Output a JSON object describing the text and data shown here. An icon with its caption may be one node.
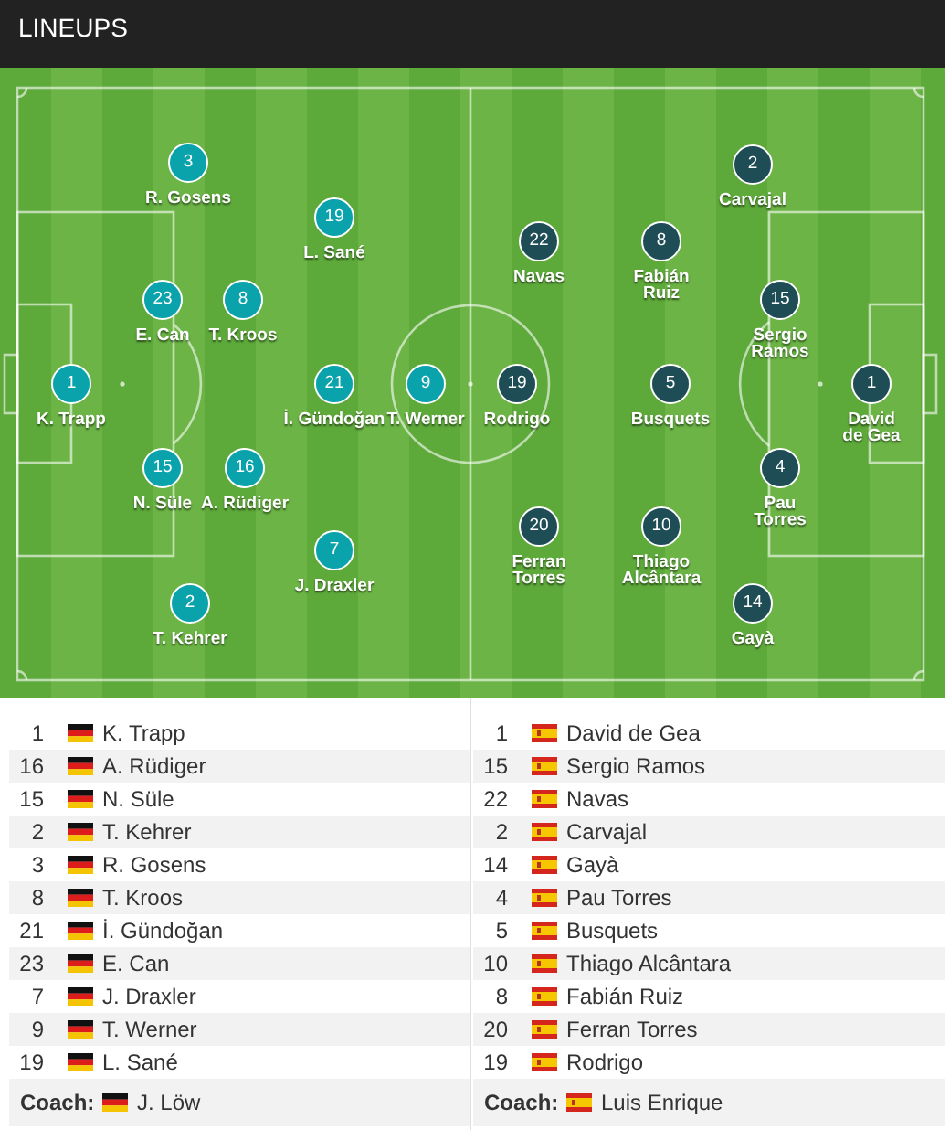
{
  "diagram": {
    "title": "LINEUPS",
    "nodes": [
      {
        "text": [
          "3"
        ],
        "beside": [
          "R. Gosens"
        ]
      },
      {
        "text": [
          "2"
        ],
        "beside": [
          "Carvajal"
        ]
      },
      {
        "text": [
          "19"
        ],
        "beside": [
          "L. Sané"
        ]
      },
      {
        "text": [
          "22"
        ],
        "beside": [
          "Navas"
        ]
      },
      {
        "text": [
          "8"
        ],
        "beside": [
          "Fabián Ruiz"
        ]
      },
      {
        "text": [
          "23"
        ],
        "beside": [
          "E. Can"
        ]
      },
      {
        "text": [
          "8"
        ],
        "beside": [
          "T. Kroos"
        ]
      },
      {
        "text": [
          "15"
        ],
        "beside": [
          "Sergio Ramos"
        ]
      },
      {
        "text": [
          "1"
        ],
        "beside": [
          "K. Trapp"
        ]
      },
      {
        "text": [
          "21"
        ],
        "beside": [
          "İ. Gündoğan"
        ]
      },
      {
        "text": [
          "9"
        ],
        "beside": [
          "T. Werner"
        ]
      },
      {
        "text": [
          "19"
        ],
        "beside": [
          "Rodrigo"
        ]
      },
      {
        "text": [
          "5"
        ],
        "beside": [
          "Busquets"
        ]
      },
      {
        "text": [
          "1"
        ],
        "beside": [
          "David de Gea"
        ]
      },
      {
        "text": [
          "15"
        ],
        "beside": [
          "N. Süle"
        ]
      },
      {
        "text": [
          "16"
        ],
        "beside": [
          "A. Rüdiger"
        ]
      },
      {
        "text": [
          "4"
        ],
        "beside": [
          "Pau Torres"
        ]
      },
      {
        "text": [
          "20"
        ],
        "beside": [
          "Ferran Torres"
        ]
      },
      {
        "text": [
          "10"
        ],
        "beside": [
          "Thiago Alcântara"
        ]
      },
      {
        "text": [
          "7"
        ],
        "beside": [
          "J. Draxler"
        ]
      },
      {
        "text": [
          "2"
        ],
        "beside": [
          "T. Kehrer"
        ]
      },
      {
        "text": [
          "14"
        ],
        "beside": [
          "Gayà"
        ]
      }
    ],
    "labels": [
      "1",
      "K. Trapp",
      "1",
      "David de Gea",
      "16",
      "A. Rüdiger",
      "15",
      "Sergio Ramos",
      "15",
      "N. Süle",
      "22",
      "Navas",
      "2",
      "T. Kehrer",
      "2",
      "Carvajal",
      "3",
      "R. Gosens",
      "14",
      "Gayà",
      "8",
      "T. Kroos",
      "4",
      "Pau Torres",
      "21",
      "İ. Gündoğan",
      "5",
      "Busquets",
      "23",
      "E. Can",
      "10",
      "Thiago Alcântara",
      "7",
      "J. Draxler",
      "8",
      "Fabián Ruiz",
      "9",
      "T. Werner",
      "20",
      "Ferran Torres",
      "19",
      "L. Sané",
      "19",
      "Rodrigo",
      "Coach:",
      "J. Löw",
      "Coach:",
      "Luis Enrique"
    ]
  }
}
